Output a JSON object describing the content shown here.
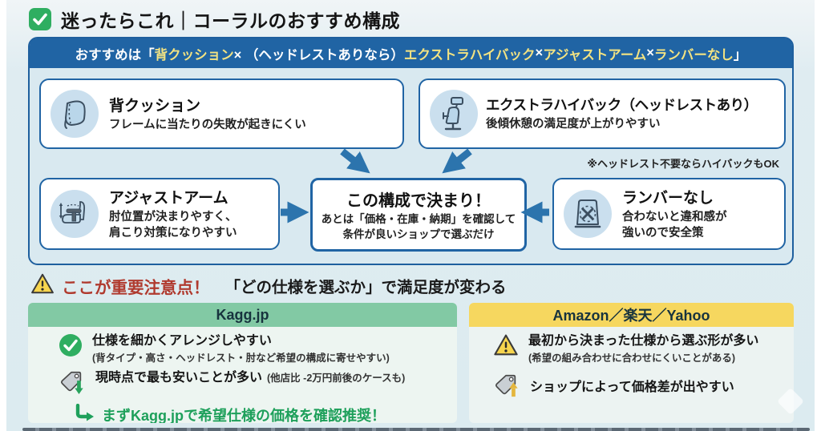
{
  "page": {
    "title": "迷ったらこれ｜コーラルのおすすめ構成"
  },
  "banner": {
    "lead": "おすすめは「",
    "kw1": "背クッション",
    "sep1": " × （ヘッドレストありなら）",
    "kw2": "エクストラハイバック",
    "sep2": " × ",
    "kw3": "アジャストアーム",
    "sep3": " × ",
    "kw4": "ランバーなし",
    "close": "」"
  },
  "boxes": {
    "cushion": {
      "title": "背クッション",
      "desc": "フレームに当たりの失敗が起きにくい"
    },
    "highback": {
      "title": "エクストラハイバック（ヘッドレストあり）",
      "desc": "後傾休憩の満足度が上がりやすい",
      "note": "※ヘッドレスト不要ならハイバックもOK"
    },
    "arm": {
      "title": "アジャストアーム",
      "desc_line1": "肘位置が決まりやすく、",
      "desc_line2": "肩こり対策になりやすい"
    },
    "center": {
      "title": "この構成で決まり！",
      "desc_line1": "あとは「価格・在庫・納期」を確認して",
      "desc_line2": "条件が良いショップで選ぶだけ"
    },
    "lumbar": {
      "title": "ランバーなし",
      "desc_line1": "合わないと違和感が",
      "desc_line2": "強いので安全策"
    }
  },
  "warning": {
    "emphasis": "ここが重要注意点！",
    "rest": "「どの仕様を選ぶか」で満足度が変わる"
  },
  "panels": {
    "kagg": {
      "header": "Kagg.jp",
      "point1": "仕様を細かくアレンジしやすい",
      "point1_sub": "(背タイプ・高さ・ヘッドレスト・肘など希望の構成に寄せやすい)",
      "point2": "現時点で最も安いことが多い",
      "point2_sub": "(他店比 -2万円前後のケースも)",
      "cta": "まずKagg.jpで希望仕様の価格を確認推奨！"
    },
    "marketplace": {
      "header": "Amazon／楽天／Yahoo",
      "point1": "最初から決まった仕様から選ぶ形が多い",
      "point1_sub": "(希望の組み合わせに合わせにくいことがある)",
      "point2": "ショップによって価格差が出やすい"
    }
  },
  "icons": {
    "title_check": "green-rounded-square-check",
    "kagg_check": "green-circle-check",
    "warning_triangle": "yellow-warning-triangle",
    "kagg_price_tag": "price-tag-with-green-down-arrow",
    "marketplace_price_tag": "price-tag-with-yellow-up-arrow",
    "cta_arrow": "green-return-arrow",
    "cushion": "back-cushion-drawing",
    "highback": "chair-with-headrest-drawing",
    "arm": "adjustable-armrest-drawing",
    "lumbar": "backrest-with-x-drawing"
  },
  "colors": {
    "banner_blue": "#2064a4",
    "arrow_blue": "#2c74ad",
    "keyword_yellow": "#f3e382",
    "kagg_green": "#82c9a4",
    "marketplace_yellow": "#f6d75f",
    "alert_red": "#b03a2e",
    "cta_green": "#1ea05b",
    "diagram_bg": "#d9e9f0"
  }
}
